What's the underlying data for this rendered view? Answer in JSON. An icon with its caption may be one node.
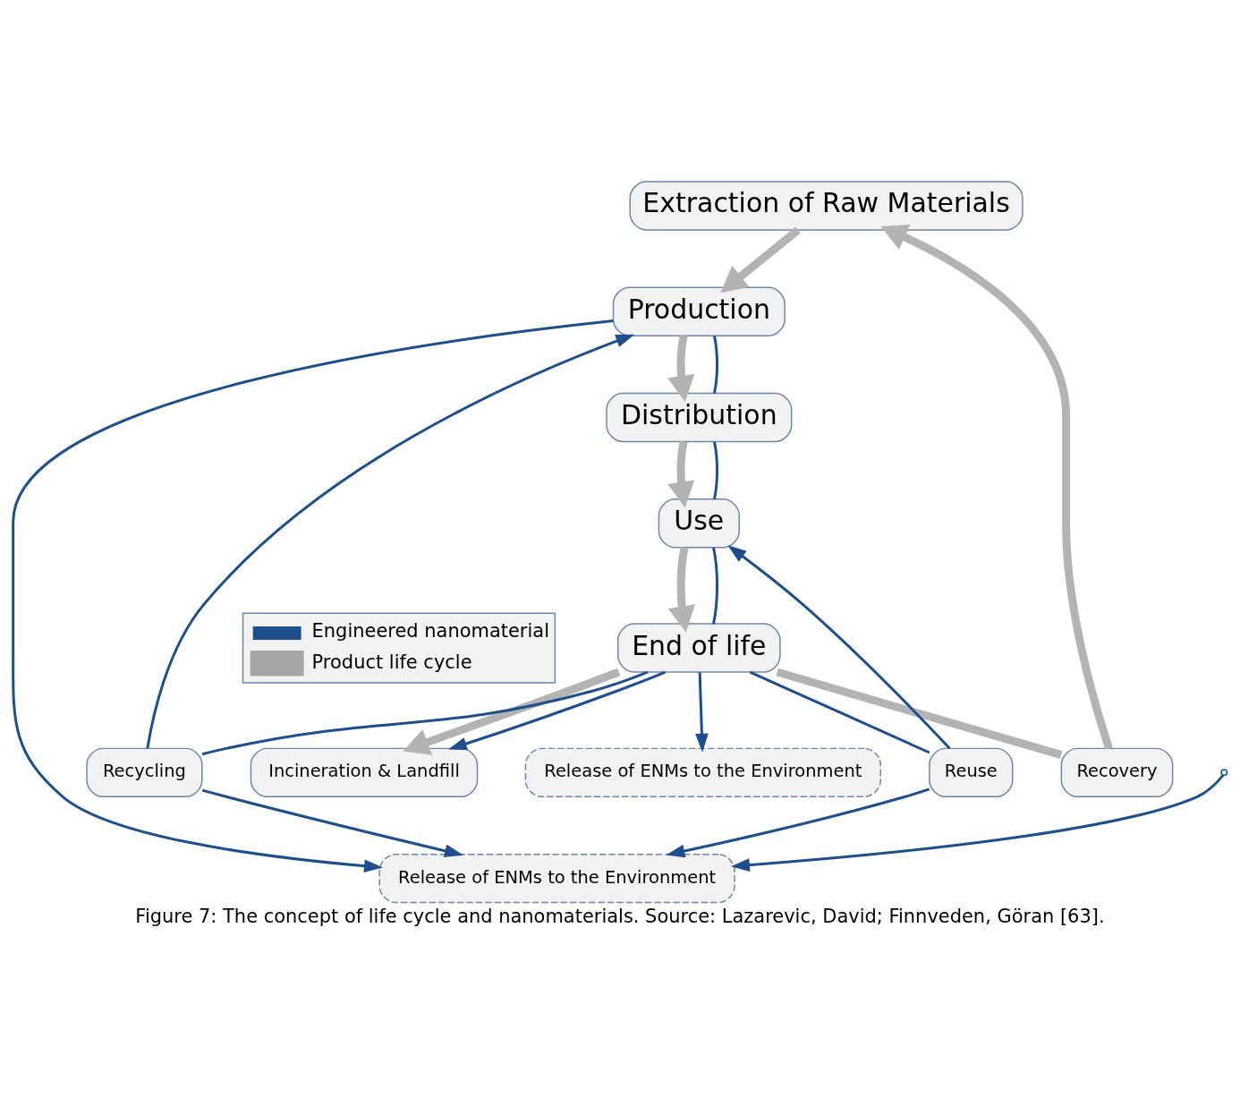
{
  "diagram": {
    "caption": "Figure 7: The concept of life cycle and nanomaterials. Source: Lazarevic, David; Finnveden, Göran [63].",
    "nodes": [
      {
        "text": [
          "Extraction of Raw Materials"
        ]
      },
      {
        "text": [
          "Incineration & Landfill"
        ]
      },
      {
        "text": [
          "Recovery"
        ]
      },
      {
        "text": [
          "Recycling"
        ]
      },
      {
        "text": [
          "Release of ENMs to the Environment"
        ]
      },
      {
        "text": [
          "End of life"
        ]
      },
      {
        "text": [
          "Production"
        ]
      },
      {
        "text": [
          "Reuse"
        ]
      },
      {
        "text": [
          "Release of ENMs to the Environment"
        ]
      },
      {
        "text": [
          "Use"
        ]
      },
      {
        "text": [
          "Distribution"
        ]
      }
    ],
    "edges": [
      {
        "from": 0,
        "to": 6,
        "arrow": "to",
        "style": "thick",
        "color": "#b3b3b3"
      },
      {
        "from": 6,
        "to": 10,
        "arrow": "to",
        "style": "thick",
        "color": "#b3b3b3"
      },
      {
        "from": 10,
        "to": 9,
        "arrow": "to",
        "style": "thick",
        "color": "#b3b3b3"
      },
      {
        "from": 9,
        "to": 5,
        "arrow": "to",
        "style": "thick",
        "color": "#b3b3b3"
      },
      {
        "from": 5,
        "to": 2,
        "arrow": "none",
        "style": "thick",
        "color": "#b3b3b3"
      },
      {
        "from": 2,
        "to": 0,
        "arrow": "to",
        "style": "thick",
        "color": "#b3b3b3"
      },
      {
        "from": 5,
        "to": 1,
        "arrow": "to",
        "style": "thick",
        "color": "#b3b3b3"
      },
      {
        "from": 5,
        "to": 1,
        "arrow": "to",
        "color": "#1f4e8c"
      },
      {
        "from": 5,
        "to": 4,
        "arrow": "to",
        "color": "#1f4e8c"
      },
      {
        "from": 5,
        "to": 3,
        "arrow": "none",
        "color": "#1f4e8c"
      },
      {
        "from": 3,
        "to": 6,
        "arrow": "to",
        "color": "#1f4e8c"
      },
      {
        "from": 5,
        "to": 7,
        "arrow": "none",
        "color": "#1f4e8c"
      },
      {
        "from": 7,
        "to": 9,
        "arrow": "to",
        "color": "#1f4e8c"
      },
      {
        "from": 6,
        "to": 10,
        "arrow": "none",
        "color": "#1f4e8c"
      },
      {
        "from": 10,
        "to": 9,
        "arrow": "none",
        "color": "#1f4e8c"
      },
      {
        "from": 9,
        "to": 5,
        "arrow": "none",
        "color": "#1f4e8c"
      },
      {
        "from": 3,
        "to": 8,
        "arrow": "to",
        "color": "#1f4e8c"
      },
      {
        "from": 7,
        "to": 8,
        "arrow": "to",
        "color": "#1f4e8c"
      },
      {
        "from": 6,
        "to": 8,
        "arrow": "to",
        "color": "#1f4e8c"
      },
      {
        "from": null,
        "to": 8,
        "arrow": "to",
        "color": "#1f4e8c"
      }
    ],
    "legend": [
      {
        "text": "Engineered nanomaterial"
      },
      {
        "text": "Product life cycle",
        "color": "#a6a6a6"
      }
    ]
  }
}
